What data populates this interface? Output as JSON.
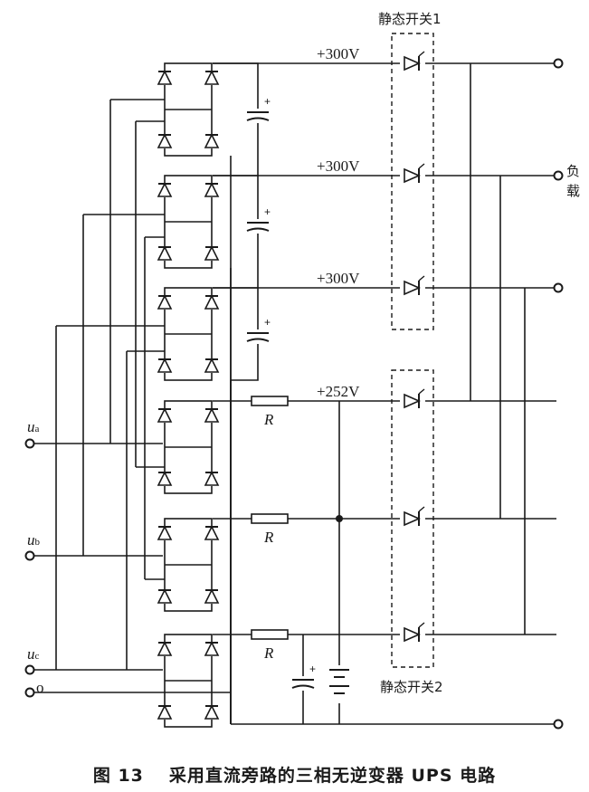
{
  "labels": {
    "switch1": "静态开关1",
    "switch2": "静态开关2",
    "v1": "+300V",
    "v2": "+300V",
    "v3": "+300V",
    "v4": "+252V",
    "load_1": "负",
    "load_2": "载",
    "r1": "R",
    "r2": "R",
    "r3": "R"
  },
  "inputs": {
    "ua": {
      "sym": "u",
      "sub": "a"
    },
    "ub": {
      "sym": "u",
      "sub": "b"
    },
    "uc": {
      "sym": "u",
      "sub": "c"
    },
    "o": "o"
  },
  "caption": {
    "number": "图 13",
    "title": "采用直流旁路的三相无逆变器 UPS 电路"
  }
}
